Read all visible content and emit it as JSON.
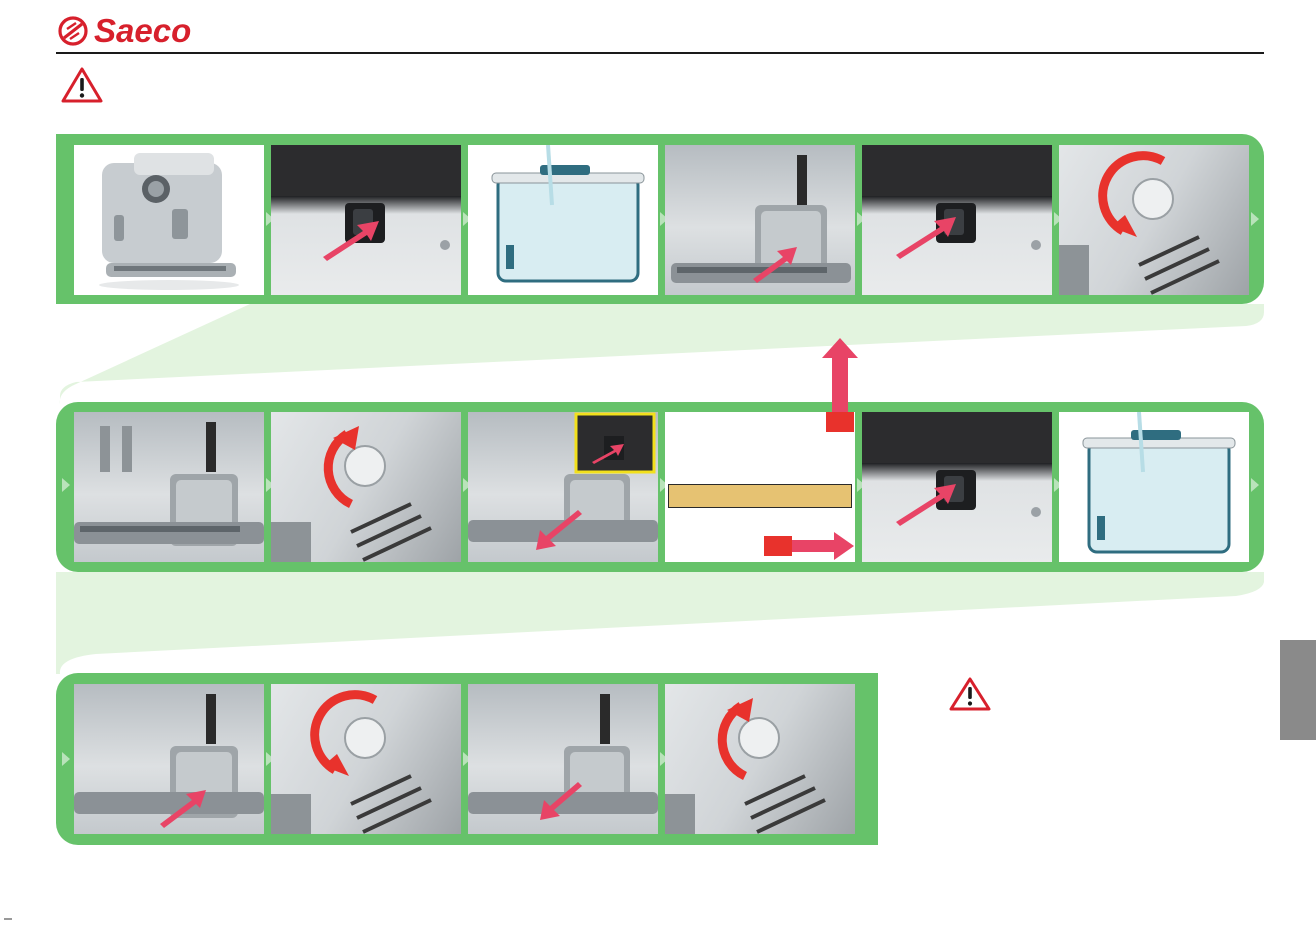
{
  "header": {
    "brand": "Saeco",
    "brand_color": "#d7202c",
    "logo_icon": "saeco-logo-icon",
    "warning_icon": "warning-triangle-icon"
  },
  "colors": {
    "band_green": "#66c26a",
    "connector_green": "#e3f4df",
    "arrow_pink": "#e84466",
    "step_marker_red": "#e8322c",
    "highlight_yellow": "#e6c272",
    "inset_border": "#f2e01c",
    "side_tab_gray": "#8a8a8a"
  },
  "rows": [
    {
      "steps": [
        {
          "depicts": "coffee-machine-front"
        },
        {
          "depicts": "main-switch-press"
        },
        {
          "depicts": "water-tank-fill"
        },
        {
          "depicts": "cup-under-steam-wand"
        },
        {
          "depicts": "main-switch-press"
        },
        {
          "depicts": "steam-knob-turn-open"
        }
      ]
    },
    {
      "steps": [
        {
          "depicts": "cup-under-steam-wand"
        },
        {
          "depicts": "steam-knob-turn-close"
        },
        {
          "depicts": "cup-remove-with-switch-inset"
        },
        {
          "depicts": "text-step"
        },
        {
          "depicts": "main-switch-press"
        },
        {
          "depicts": "water-tank-fill"
        }
      ]
    },
    {
      "steps": [
        {
          "depicts": "cup-under-steam-wand"
        },
        {
          "depicts": "steam-knob-turn-open"
        },
        {
          "depicts": "cup-remove"
        },
        {
          "depicts": "steam-knob-turn-close"
        }
      ]
    }
  ]
}
